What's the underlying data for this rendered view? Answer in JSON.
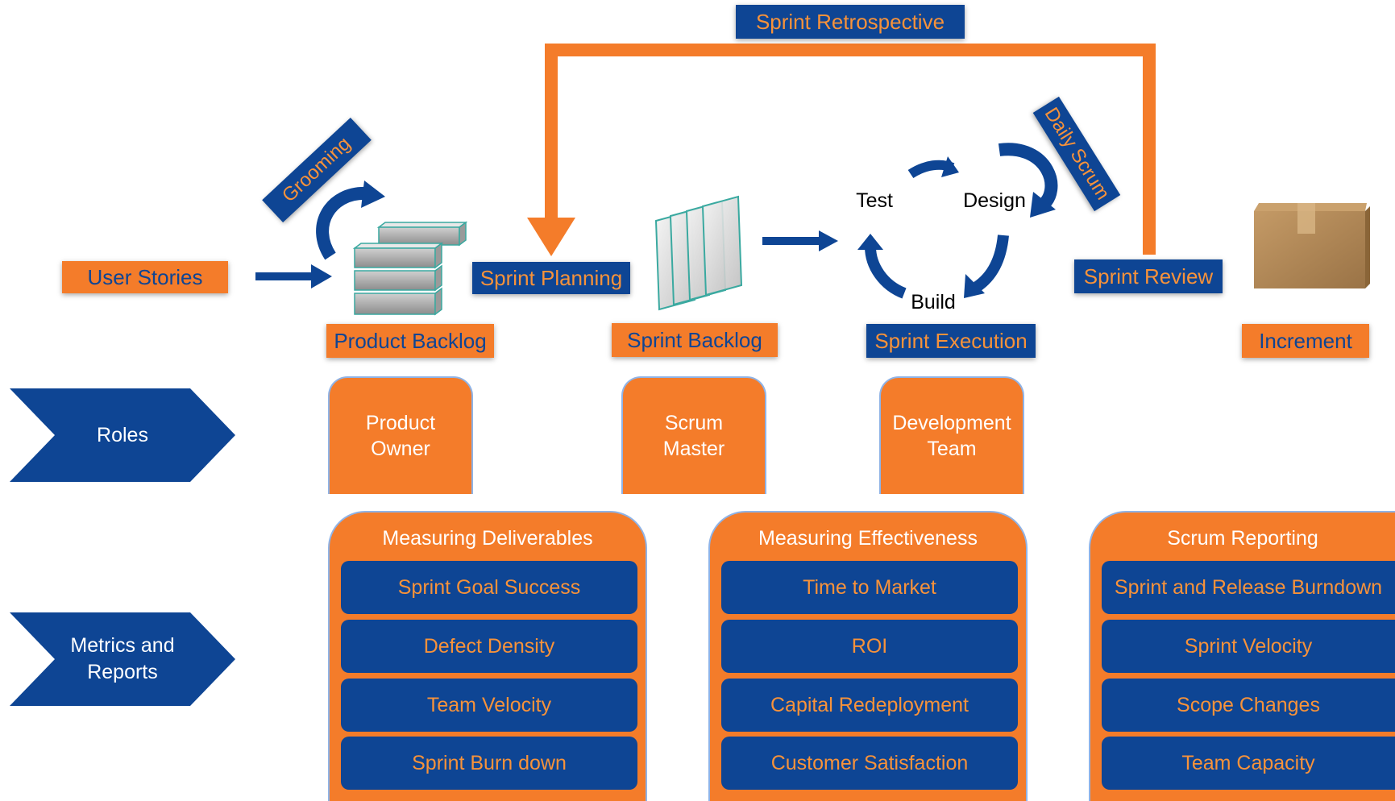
{
  "flow": {
    "user_stories": "User Stories",
    "grooming": "Grooming",
    "product_backlog": "Product Backlog",
    "sprint_planning": "Sprint Planning",
    "sprint_backlog": "Sprint Backlog",
    "sprint_retrospective": "Sprint Retrospective",
    "daily_scrum": "Daily Scrum",
    "sprint_execution": "Sprint Execution",
    "sprint_review": "Sprint Review",
    "increment": "Increment",
    "cycle": {
      "test": "Test",
      "design": "Design",
      "build": "Build"
    }
  },
  "rows": {
    "roles": "Roles",
    "metrics_line1": "Metrics and",
    "metrics_line2": "Reports"
  },
  "roles": [
    {
      "line1": "Product",
      "line2": "Owner"
    },
    {
      "line1": "Scrum",
      "line2": "Master"
    },
    {
      "line1": "Development",
      "line2": "Team"
    }
  ],
  "metric_groups": [
    {
      "title": "Measuring Deliverables",
      "items": [
        "Sprint Goal Success",
        "Defect Density",
        "Team Velocity",
        "Sprint Burn down"
      ]
    },
    {
      "title": "Measuring Effectiveness",
      "items": [
        "Time to Market",
        "ROI",
        "Capital Redeployment",
        "Customer Satisfaction"
      ]
    },
    {
      "title": "Scrum Reporting",
      "items": [
        "Sprint and Release Burndown",
        "Sprint Velocity",
        "Scope Changes",
        "Team Capacity"
      ]
    }
  ],
  "colors": {
    "orange": "#f47c2a",
    "blue": "#0e4594",
    "teal": "#3aa9a0",
    "box": "#b08756"
  }
}
